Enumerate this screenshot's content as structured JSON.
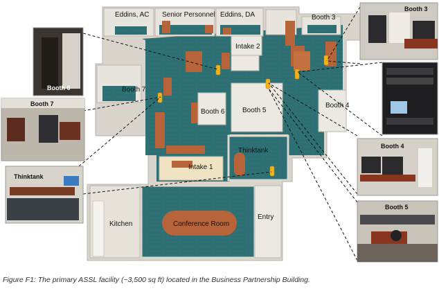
{
  "rooms": {
    "eddins_ac": "Eddins, AC",
    "senior_personnel": "Senior Personnel",
    "eddins_da": "Eddins, DA",
    "booth3": "Booth 3",
    "intake2": "Intake 2",
    "booth6": "Booth 6",
    "booth7": "Booth 7",
    "booth5": "Booth 5",
    "booth4": "Booth 4",
    "thinktank": "Thinktank",
    "intake1": "Intake 1",
    "kitchen": "Kitchen",
    "conference_room": "Conference Room",
    "entry": "Entry"
  },
  "photos": {
    "booth3": "Booth 3",
    "booth6": "Booth 6",
    "booth7": "Booth 7",
    "booth4": "Booth 4",
    "thinktank": "Thinktank",
    "booth5": "Booth 5"
  },
  "caption": "Figure F1: The primary ASSL facility (~3,500 sq ft) located in the Business Partnership Building.",
  "colors": {
    "floor": "#2f7377",
    "wall": "#e9e6df",
    "furniture": "#b8643a",
    "marker": "#f2b31a"
  }
}
